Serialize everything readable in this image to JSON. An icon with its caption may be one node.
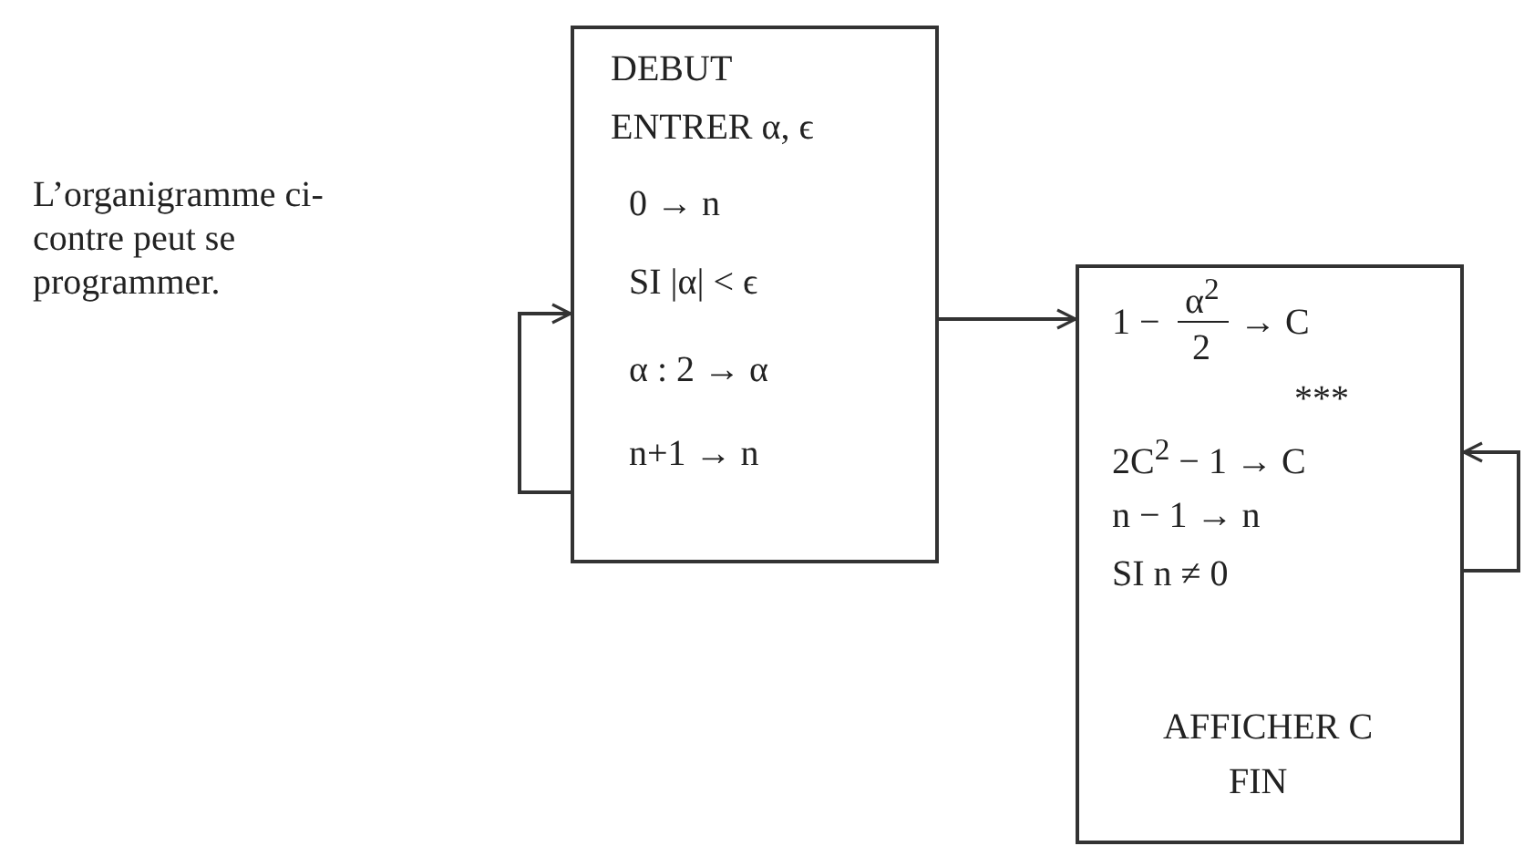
{
  "diagram": {
    "nodes": [
      {
        "text": [
          "DEBUT",
          "ENTRER α, ϵ",
          "0 → n",
          "SI |α| < ϵ",
          "α : 2 → α",
          "n+1 → n"
        ]
      },
      {
        "text": [
          "1 −",
          "α$^{2}$",
          "2",
          "→ C",
          "***",
          "2C$^{2}$ − 1 → C",
          "n − 1 → n",
          "SI n ≠ 0",
          "AFFICHER C",
          "FIN"
        ]
      }
    ],
    "edges": [
      {
        "from": 0,
        "to": 0,
        "arrow": "to"
      },
      {
        "from": 0,
        "to": 1,
        "arrow": "to"
      },
      {
        "from": 1,
        "to": 1,
        "arrow": "to"
      }
    ],
    "labels": [
      "L’organigramme ci-contre peut se programmer."
    ]
  }
}
